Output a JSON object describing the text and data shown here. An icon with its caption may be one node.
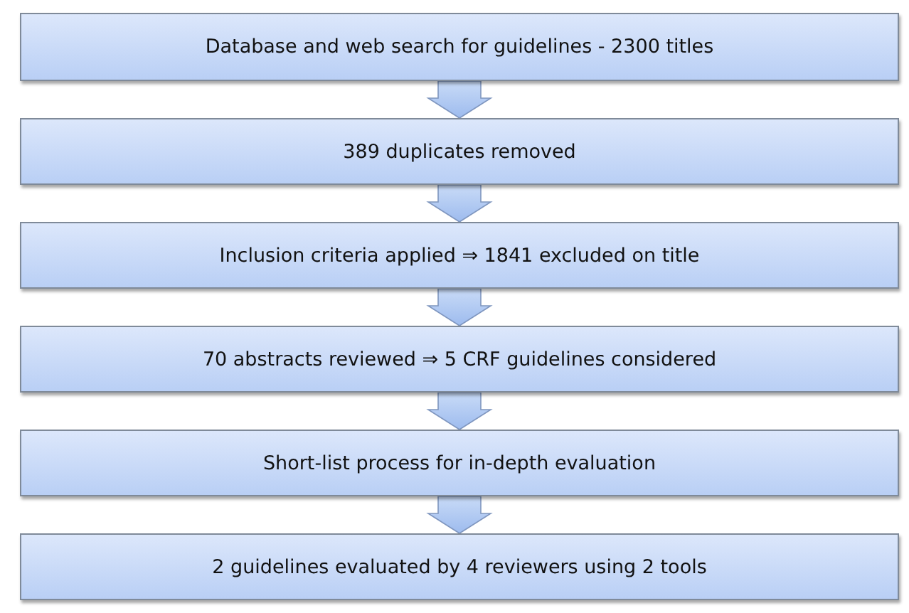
{
  "diagram": {
    "nodes": [
      {
        "text": [
          "Database and web search for guidelines - 2300 titles"
        ]
      },
      {
        "text": [
          "389 duplicates removed"
        ]
      },
      {
        "text": [
          "Inclusion criteria applied ⇒ 1841 excluded on title"
        ]
      },
      {
        "text": [
          "70 abstracts reviewed ⇒ 5 CRF guidelines considered"
        ]
      },
      {
        "text": [
          "Short-list process for in-depth evaluation"
        ]
      },
      {
        "text": [
          "2 guidelines evaluated by 4 reviewers using 2 tools"
        ]
      }
    ],
    "edges": [
      {
        "from": 0,
        "to": 1,
        "arrow": "to"
      },
      {
        "from": 1,
        "to": 2,
        "arrow": "to"
      },
      {
        "from": 2,
        "to": 3,
        "arrow": "to"
      },
      {
        "from": 3,
        "to": 4,
        "arrow": "to"
      },
      {
        "from": 4,
        "to": 5,
        "arrow": "to"
      }
    ]
  }
}
